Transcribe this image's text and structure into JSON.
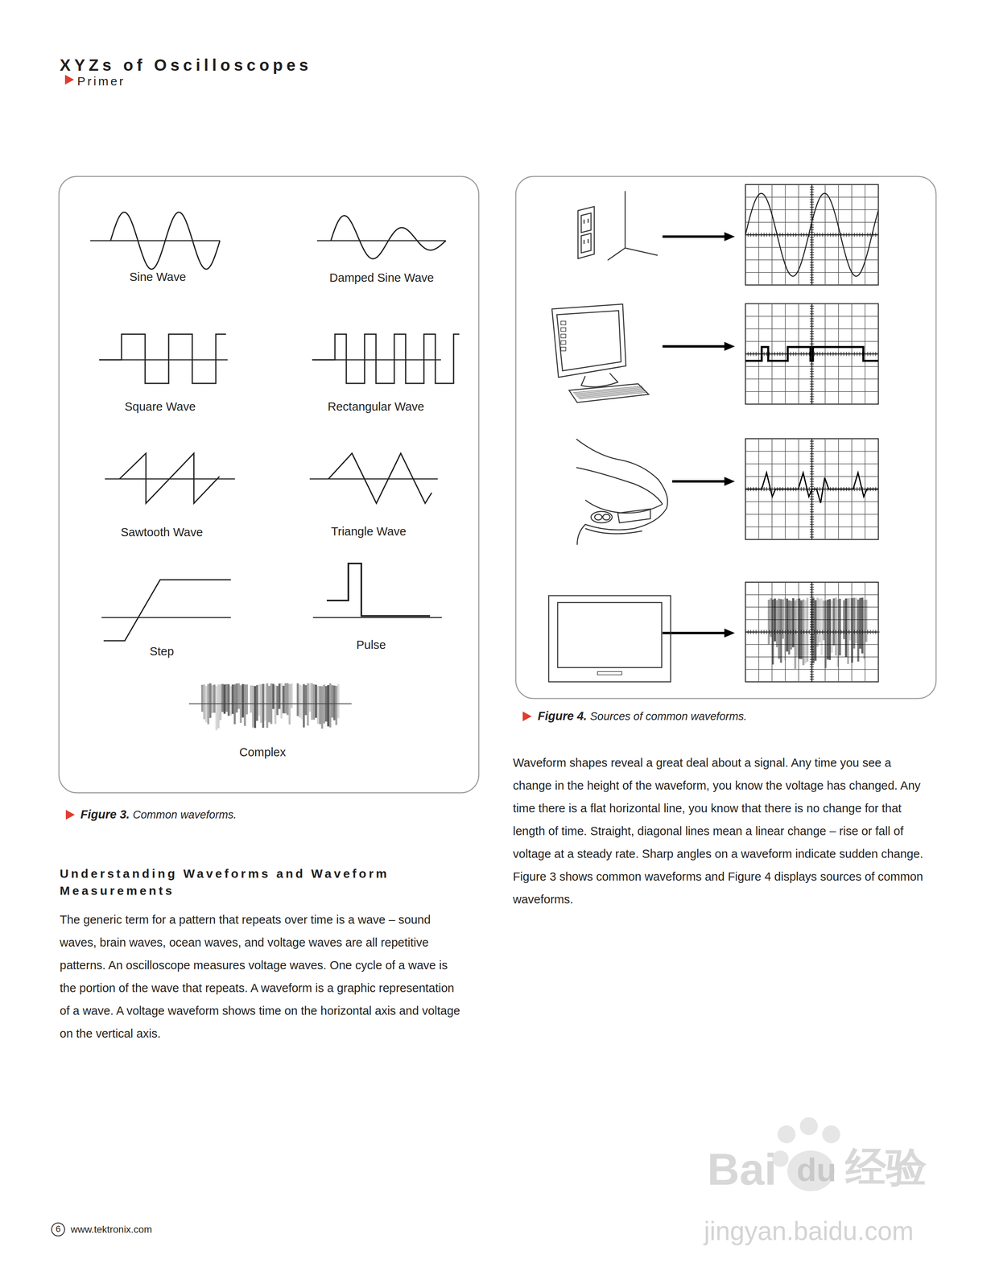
{
  "diagram": {
    "title": "XYZs of Oscilloscopes",
    "labels": [
      "Primer",
      "Sine Wave",
      "Damped Sine Wave",
      "Square Wave",
      "Rectangular Wave",
      "Sawtooth Wave",
      "Triangle Wave",
      "Step",
      "Pulse",
      "Complex",
      "Figure 3.",
      "Common waveforms.",
      "Understanding Waveforms and Waveform Measurements",
      "The generic term for a pattern that repeats over time is a wave – sound waves, brain waves, ocean waves, and voltage waves are all repetitive patterns. An oscilloscope measures voltage waves. One cycle of a wave is the portion of the wave that repeats. A waveform is a graphic representation of a wave. A voltage waveform shows time on the horizontal axis and voltage on the vertical axis.",
      "Figure 4.",
      "Sources of common waveforms.",
      "Waveform shapes reveal a great deal about a signal. Any time you see a change in the height of the waveform, you know the voltage has changed. Any time there is a flat horizontal line, you know that there is no change for that length of time. Straight, diagonal lines mean a linear change – rise or fall of voltage at a steady rate. Sharp angles on a waveform indicate sudden change. Figure 3 shows common waveforms and Figure 4 displays sources of common waveforms.",
      "6",
      "www.tektronix.com",
      "Bai",
      "du",
      "经验",
      "jingyan.baidu.com"
    ]
  }
}
